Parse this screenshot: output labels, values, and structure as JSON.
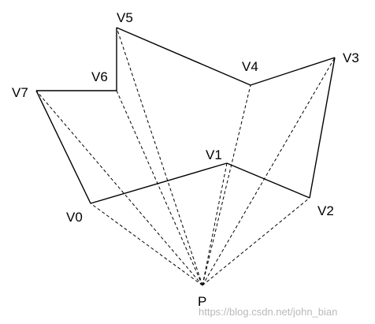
{
  "vertices": [
    {
      "id": "V0",
      "label": "V0"
    },
    {
      "id": "V1",
      "label": "V1"
    },
    {
      "id": "V2",
      "label": "V2"
    },
    {
      "id": "V3",
      "label": "V3"
    },
    {
      "id": "V4",
      "label": "V4"
    },
    {
      "id": "V5",
      "label": "V5"
    },
    {
      "id": "V6",
      "label": "V6"
    },
    {
      "id": "V7",
      "label": "V7"
    }
  ],
  "point": {
    "id": "P",
    "label": "P"
  },
  "edges": [
    [
      "V0",
      "V1"
    ],
    [
      "V1",
      "V2"
    ],
    [
      "V2",
      "V3"
    ],
    [
      "V3",
      "V4"
    ],
    [
      "V4",
      "V5"
    ],
    [
      "V5",
      "V6"
    ],
    [
      "V6",
      "V7"
    ],
    [
      "V7",
      "V0"
    ]
  ],
  "rays_from": "P",
  "rays_to": [
    "V0",
    "V1",
    "V2",
    "V3",
    "V4",
    "V5",
    "V6",
    "V7"
  ],
  "watermark": "https://blog.csdn.net/john_bian"
}
